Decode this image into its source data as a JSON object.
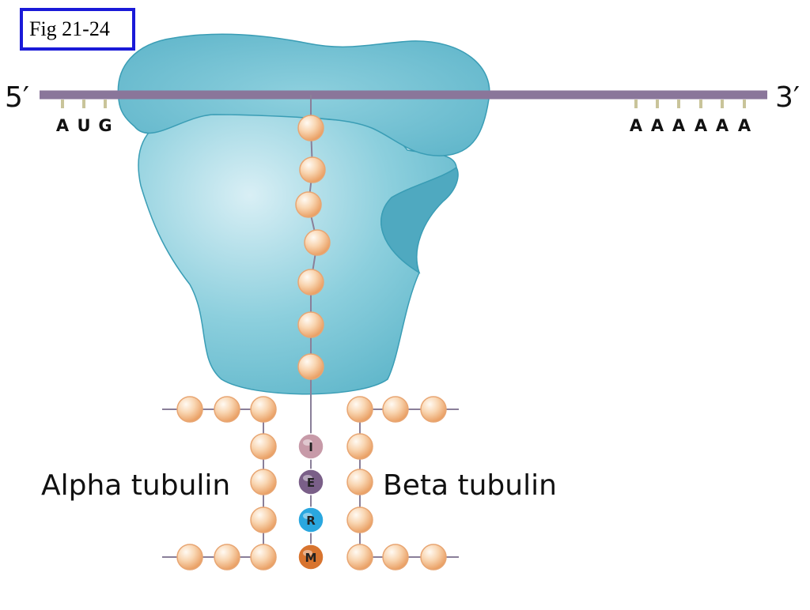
{
  "figure_label": "Fig 21-24",
  "mrna": {
    "five_prime": "5′",
    "three_prime": "3′",
    "start_codon": [
      "A",
      "U",
      "G"
    ],
    "poly_a": [
      "A",
      "A",
      "A",
      "A",
      "A",
      "A"
    ],
    "color": "#8a769a",
    "tick_color": "#c9c49a"
  },
  "ribosome_color": "#6cbfd1",
  "peptide": {
    "letters": [
      "I",
      "E",
      "R",
      "M"
    ],
    "letter_colors": [
      "#c79aa8",
      "#7a5f88",
      "#2aa7df",
      "#d8742f"
    ]
  },
  "left_label": "Alpha tubulin",
  "right_label": "Beta tubulin",
  "bead_color": "#f6c79a"
}
